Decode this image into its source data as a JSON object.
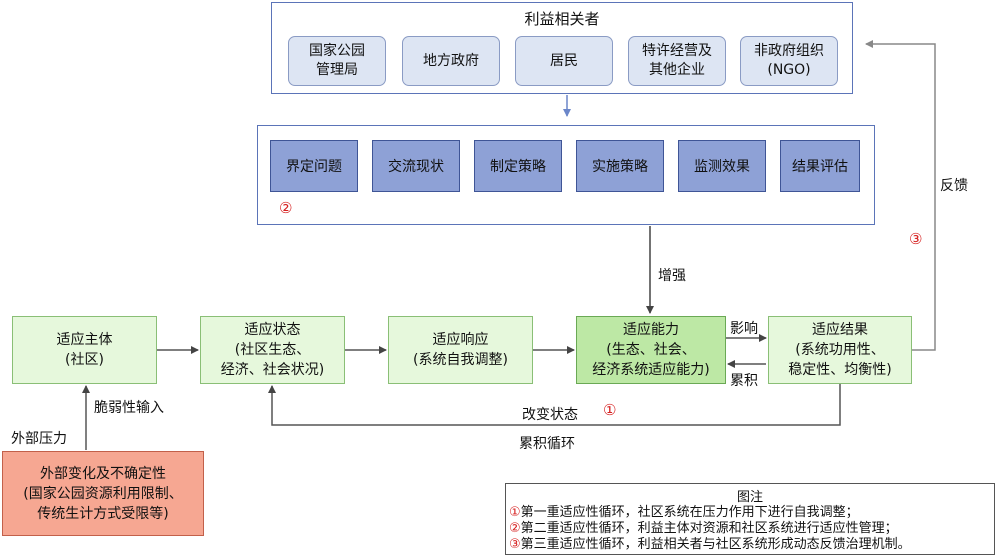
{
  "stakeholders": {
    "title": "利益相关者",
    "items": [
      {
        "line1": "国家公园",
        "line2": "管理局"
      },
      {
        "line1": "地方政府",
        "line2": ""
      },
      {
        "line1": "居民",
        "line2": ""
      },
      {
        "line1": "特许经营及",
        "line2": "其他企业"
      },
      {
        "line1": "非政府组织",
        "line2": "(NGO)"
      }
    ]
  },
  "process": {
    "steps": [
      "界定问题",
      "交流现状",
      "制定策略",
      "实施策略",
      "监测效果",
      "结果评估"
    ],
    "marker": "②"
  },
  "main": {
    "subject": {
      "line1": "适应主体",
      "line2": "(社区)"
    },
    "state": {
      "line1": "适应状态",
      "line2": "(社区生态、",
      "line3": "经济、社会状况)"
    },
    "response": {
      "line1": "适应响应",
      "line2": "(系统自我调整)"
    },
    "capacity": {
      "line1": "适应能力",
      "line2": "(生态、社会、",
      "line3": "经济系统适应能力)"
    },
    "result": {
      "line1": "适应结果",
      "line2": "(系统功用性、",
      "line3": "稳定性、均衡性)"
    },
    "external": {
      "line1": "外部变化及不确定性",
      "line2": "(国家公园资源利用限制、",
      "line3": "传统生计方式受限等)"
    }
  },
  "labels": {
    "enhance": "增强",
    "influence": "影响",
    "accumulate": "累积",
    "feedback": "反馈",
    "change_state": "改变状态",
    "cumulative_cycle": "累积循环",
    "vulnerability_input": "脆弱性输入",
    "external_pressure": "外部压力",
    "marker1": "①",
    "marker3": "③"
  },
  "legend": {
    "title": "图注",
    "rows": [
      {
        "marker": "①",
        "text": "第一重适应性循环，社区系统在压力作用下进行自我调整；"
      },
      {
        "marker": "②",
        "text": "第二重适应性循环，利益主体对资源和社区系统进行适应性管理；"
      },
      {
        "marker": "③",
        "text": "第三重适应性循环，利益相关者与社区系统形成动态反馈治理机制。"
      }
    ]
  },
  "colors": {
    "frame": "#5b74b8",
    "stakeholder_fill": "#dde5f3",
    "step_fill": "#8ea1d6",
    "green_fill": "#e6f8dc",
    "capacity_fill": "#bde8a5",
    "external_fill": "#f6a792",
    "marker_red": "#d62020"
  }
}
